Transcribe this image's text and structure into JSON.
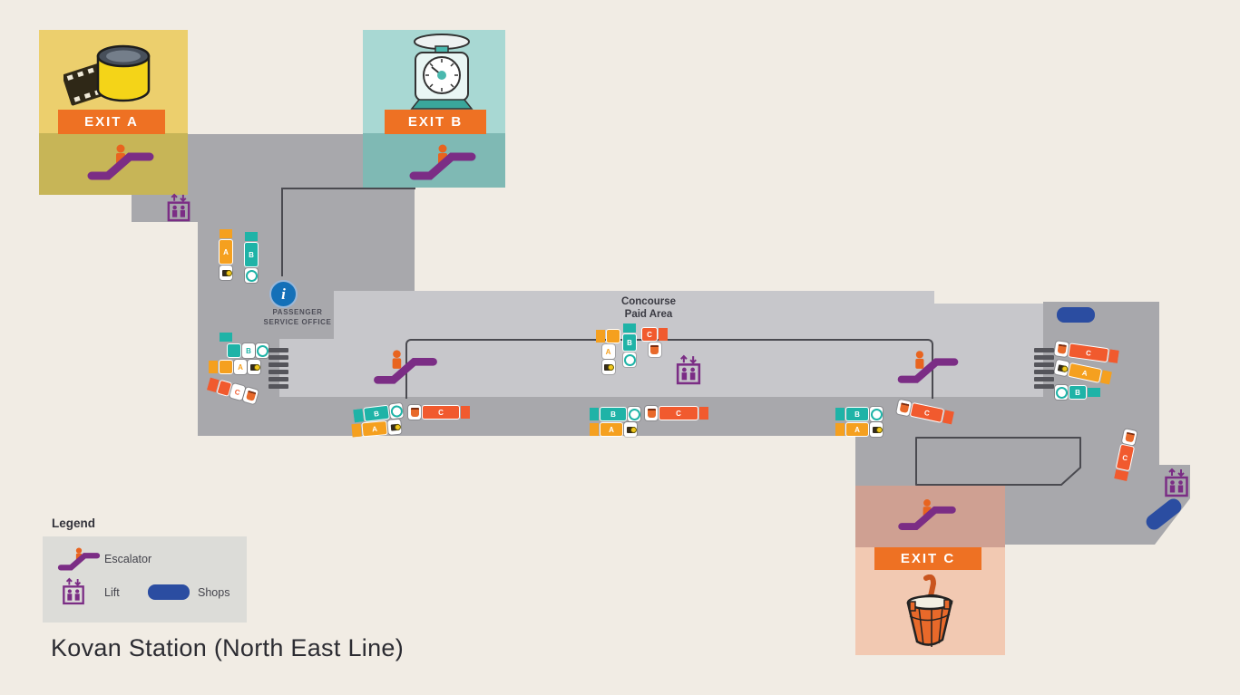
{
  "station": {
    "title": "Kovan Station (North East Line)"
  },
  "exits": {
    "a_banner": "EXIT A",
    "b_banner": "EXIT B",
    "c_banner": "EXIT C"
  },
  "exit_letters": {
    "a": "A",
    "b": "B",
    "c": "C"
  },
  "concourse": {
    "line1": "Concourse",
    "line2": "Paid Area"
  },
  "pso": {
    "line1": "PASSENGER",
    "line2": "SERVICE OFFICE",
    "info_glyph": "i"
  },
  "legend": {
    "heading": "Legend",
    "escalator_label": "Escalator",
    "lift_label": "Lift",
    "shops_label": "Shops"
  },
  "colors": {
    "background": "#f1ece4",
    "corridor_gray": "#a8a8ac",
    "paid_area_gray": "#c7c7cb",
    "exit_banner_orange": "#ee7123",
    "exit_a_yellow": "#eccf6d",
    "exit_b_teal": "#a8d8d3",
    "exit_c_salmon": "#f2c9b2",
    "arrow_a_orange": "#f5a01f",
    "arrow_b_teal": "#1fb3a7",
    "arrow_c_red": "#f15a2e",
    "escalator_lift_purple": "#7b2d85",
    "shop_blue": "#2b4da1",
    "info_blue": "#1470b8"
  }
}
